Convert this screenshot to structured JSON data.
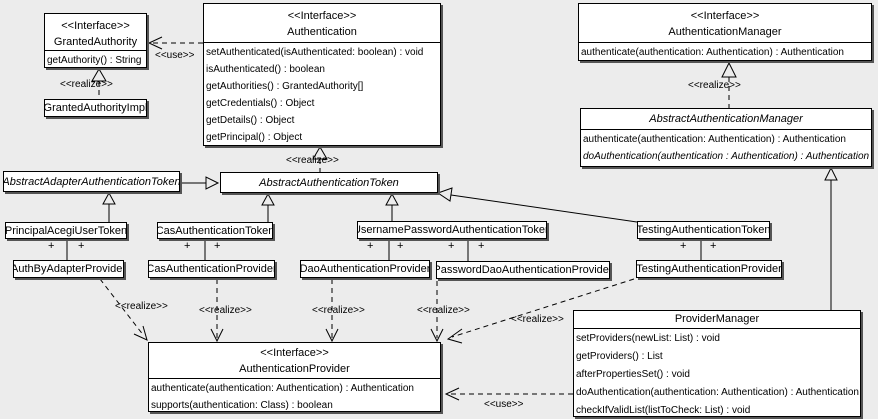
{
  "colors": {
    "background": "#ececec",
    "box_fill": "#ffffff",
    "line": "#000000"
  },
  "labels": {
    "interface_stereotype": "<<Interface>>",
    "use": "<<use>>",
    "realize": "<<realize>>",
    "plus": "+"
  },
  "classes": {
    "granted_authority": {
      "stereotype": "<<Interface>>",
      "name": "GrantedAuthority",
      "methods": [
        "getAuthority() : String"
      ]
    },
    "granted_authority_impl": {
      "name": "GrantedAuthorityImpl"
    },
    "authentication": {
      "stereotype": "<<Interface>>",
      "name": "Authentication",
      "methods": [
        "setAuthenticated(isAuthenticated: boolean) : void",
        "isAuthenticated() : boolean",
        "getAuthorities() : GrantedAuthority[]",
        "getCredentials() : Object",
        "getDetails() : Object",
        "getPrincipal() : Object"
      ]
    },
    "authentication_manager": {
      "stereotype": "<<Interface>>",
      "name": "AuthenticationManager",
      "methods": [
        "authenticate(authentication: Authentication) : Authentication"
      ]
    },
    "abstract_authentication_manager": {
      "name": "AbstractAuthenticationManager",
      "methods": [
        "authenticate(authentication: Authentication) : Authentication",
        "doAuthentication(authentication : Authentication) : Authentication"
      ]
    },
    "abstract_adapter_authentication_token": {
      "name": "AbstractAdapterAuthenticationToken"
    },
    "abstract_authentication_token": {
      "name": "AbstractAuthenticationToken"
    },
    "principal_acegi_user_token": {
      "name": "PrincipalAcegiUserToken"
    },
    "cas_authentication_token": {
      "name": "CasAuthenticationToken"
    },
    "username_password_authentication_token": {
      "name": "UsernamePasswordAuthenticationToken"
    },
    "testing_authentication_token": {
      "name": "TestingAuthenticationToken"
    },
    "auth_by_adapter_provider": {
      "name": "AuthByAdapterProvider"
    },
    "cas_authentication_provider": {
      "name": "CasAuthenticationProvider"
    },
    "dao_authentication_provider": {
      "name": "DaoAuthenticationProvider"
    },
    "password_dao_authentication_provider": {
      "name": "PasswordDaoAuthenticationProvider"
    },
    "testing_authentication_provider": {
      "name": "TestingAuthenticationProvider"
    },
    "authentication_provider": {
      "stereotype": "<<Interface>>",
      "name": "AuthenticationProvider",
      "methods": [
        "authenticate(authentication: Authentication) : Authentication",
        "supports(authentication: Class) : boolean"
      ]
    },
    "provider_manager": {
      "name": "ProviderManager",
      "methods": [
        "setProviders(newList: List) : void",
        "getProviders() : List",
        "afterPropertiesSet() : void",
        "doAuthentication(authentication: Authentication) : Authentication",
        "checkIfValidList(listToCheck: List) : void"
      ]
    }
  }
}
